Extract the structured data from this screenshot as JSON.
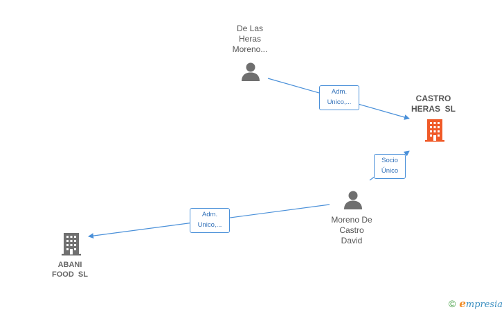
{
  "nodes": {
    "person_delasheras": {
      "lines": [
        "De Las",
        "Heras",
        "Moreno..."
      ]
    },
    "company_castro": {
      "lines": [
        "CASTRO",
        "HERAS  SL"
      ]
    },
    "person_moreno": {
      "lines": [
        "Moreno De",
        "Castro",
        "David"
      ]
    },
    "company_abani": {
      "lines": [
        "ABANI",
        "FOOD  SL"
      ]
    }
  },
  "edges": {
    "delasheras_to_castro": {
      "lines": [
        "Adm.",
        "Unico,..."
      ]
    },
    "moreno_to_castro": {
      "lines": [
        "Socio",
        "Único"
      ]
    },
    "moreno_to_abani": {
      "lines": [
        "Adm.",
        "Unico,..."
      ]
    }
  },
  "colors": {
    "edge": "#4a90d9",
    "person_icon": "#6f6f6f",
    "company_main": "#f05a28",
    "company_other": "#707070"
  },
  "brand": {
    "copyright": "©",
    "initial": "e",
    "name": "mpresia"
  }
}
